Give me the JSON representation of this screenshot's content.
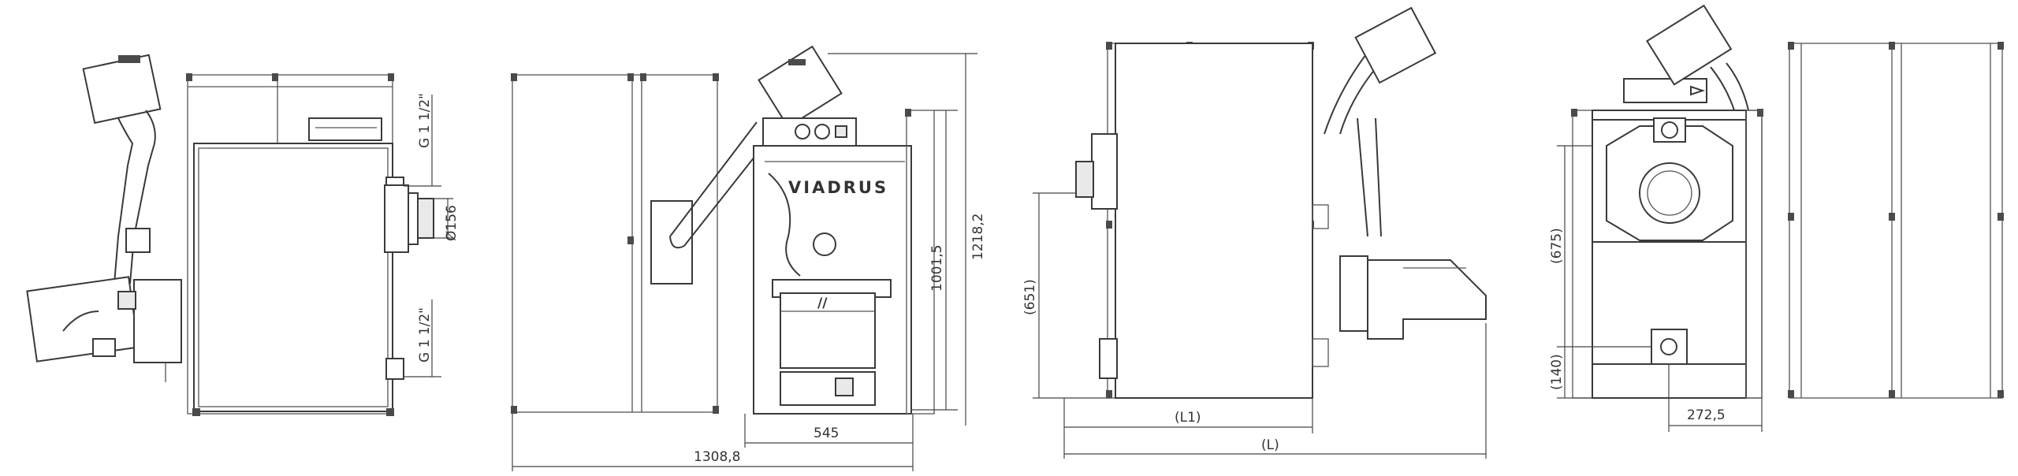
{
  "brand": "VIADRUS",
  "dimensions": {
    "inlet_top": "G 1 1/2\"",
    "outlet_dia": "Ø156",
    "inlet_bottom": "G 1 1/2\"",
    "height_total": "1218,2",
    "height_body": "1001,5",
    "width_body": "545",
    "width_total": "1308,8",
    "height_side": "(651)",
    "depth_body": "(L1)",
    "depth_total": "(L)",
    "height_rear": "(675)",
    "height_low": "(140)",
    "rear_offset": "272,5"
  }
}
